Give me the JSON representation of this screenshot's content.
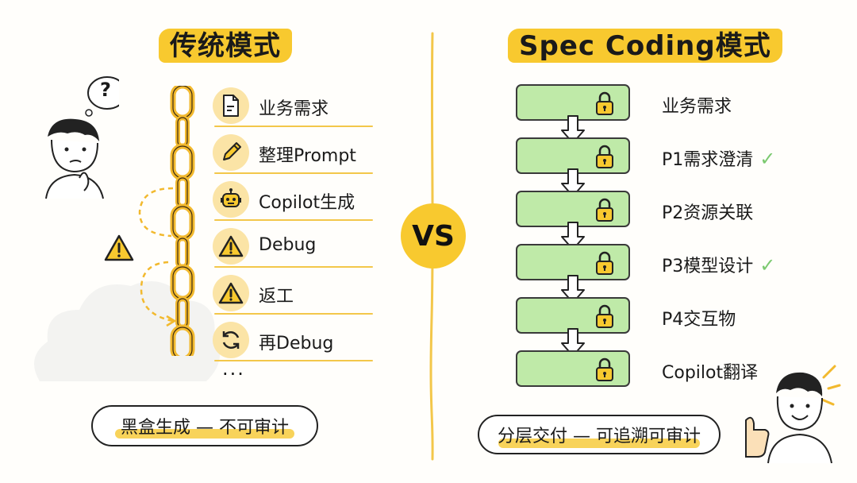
{
  "left": {
    "title": "传统模式",
    "steps": [
      {
        "label": "业务需求",
        "icon": "document-icon"
      },
      {
        "label": "整理Prompt",
        "icon": "pencil-icon"
      },
      {
        "label": "Copilot生成",
        "icon": "robot-icon"
      },
      {
        "label": "Debug",
        "icon": "warning-icon"
      },
      {
        "label": "返工",
        "icon": "warning-icon"
      },
      {
        "label": "再Debug",
        "icon": "refresh-icon"
      }
    ],
    "ellipsis": "...",
    "question_mark": "?",
    "bubble": "黑盒生成 — 不可审计"
  },
  "vs_label": "VS",
  "right": {
    "title": "Spec Coding模式",
    "steps": [
      {
        "label": "业务需求",
        "checked": false
      },
      {
        "label": "P1需求澄清",
        "checked": true
      },
      {
        "label": "P2资源关联",
        "checked": false
      },
      {
        "label": "P3模型设计",
        "checked": true
      },
      {
        "label": "P4交互物",
        "checked": false
      },
      {
        "label": "Copilot翻译",
        "checked": false
      }
    ],
    "check_mark": "✓",
    "bubble": "分层交付 — 可追溯可审计"
  },
  "colors": {
    "accent_yellow": "#f8c92f",
    "chain_gold": "#f2b92e",
    "green_box": "#bfeaa8",
    "check_green": "#7bc96f"
  }
}
